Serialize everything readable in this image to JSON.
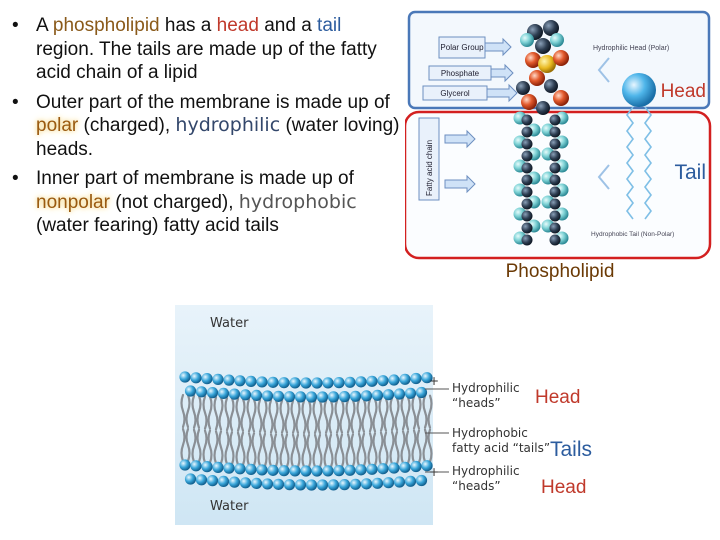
{
  "bullets": [
    {
      "p1": "A ",
      "p2": "phospholipid",
      "p3": " has a ",
      "p4": "head",
      "p5": " and a ",
      "p6": "tail",
      "p7": " region. The tails are made up of the fatty acid chain of a lipid"
    },
    {
      "p1": "Outer part of the membrane is made up of ",
      "p2": "polar",
      "p3": " (charged), ",
      "p4": "hydrophilic",
      "p5": " (water loving) heads."
    },
    {
      "p1": "Inner part of membrane is made up of ",
      "p2": "nonpolar",
      "p3": " (not charged), ",
      "p4": "hydrophobic",
      "p5": " (water fearing) fatty acid tails"
    }
  ],
  "phospholipid_diagram": {
    "boxes": [
      "Polar Group",
      "Phosphate",
      "Glycerol"
    ],
    "side_label": "Fatty acid chain",
    "head_caption": "Hydrophilic Head (Polar)",
    "tail_caption": "Hydrophobic Tail (Non-Polar)",
    "head_label": "Head",
    "tail_label": "Tail",
    "caption": "Phospholipid"
  },
  "bilayer_diagram": {
    "water_top": "Water",
    "water_bottom": "Water",
    "top_heads_line1": "Hydrophilic",
    "top_heads_line2": "“heads”",
    "tails_line1": "Hydrophobic",
    "tails_line2": "fatty acid “tails”",
    "bottom_heads_line1": "Hydrophilic",
    "bottom_heads_line2": "“heads”",
    "head_label_top": "Head",
    "tails_label": "Tails",
    "head_label_bottom": "Head"
  },
  "colors": {
    "head_red": "#c0392b",
    "tail_blue": "#2c5c9e",
    "frame_red": "#d32020",
    "frame_blue": "#4a78b8",
    "bilayer_water": "#cfe6f4",
    "head_ball": "#2a9fd6"
  },
  "icons": [
    "bullet-dot",
    "arrow-right-icon",
    "head-sphere-icon"
  ]
}
